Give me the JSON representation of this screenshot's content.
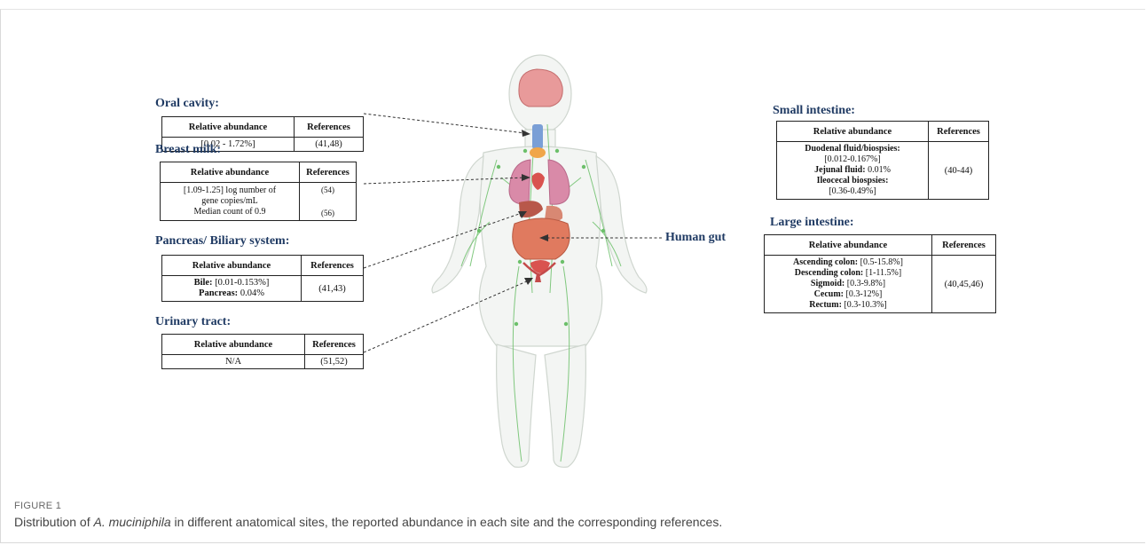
{
  "sites": {
    "oral": {
      "title": "Oral cavity:",
      "col_abundance": "Relative abundance",
      "col_refs": "References",
      "value": "[0.02 - 1.72%]",
      "refs": "(41,48)"
    },
    "breast": {
      "title": "Breast milk:",
      "col_abundance": "Relative abundance",
      "col_refs": "References",
      "value_line1": "[1.09-1.25] log number of",
      "value_line2": "gene copies/mL",
      "value_line3": "Median count of 0.9",
      "refs1": "(54)",
      "refs2": "(56)"
    },
    "pancreas": {
      "title": "Pancreas/ Biliary system:",
      "col_abundance": "Relative abundance",
      "col_refs": "References",
      "bile_label": "Bile:",
      "bile_value": "[0.01-0.153%]",
      "pancreas_label": "Pancreas:",
      "pancreas_value": "0.04%",
      "refs": "(41,43)"
    },
    "urinary": {
      "title": "Urinary tract:",
      "col_abundance": "Relative abundance",
      "col_refs": "References",
      "value": "N/A",
      "refs": "(51,52)"
    },
    "small": {
      "title": "Small intestine:",
      "col_abundance": "Relative abundance",
      "col_refs": "References",
      "duodenal_label": "Duodenal fluid/biospsies:",
      "duodenal_value": "[0.012-0.167%]",
      "jejunal_label": "Jejunal fluid:",
      "jejunal_value": "0.01%",
      "ileo_label": "Ileocecal biospsies:",
      "ileo_value": "[0.36-0.49%]",
      "refs": "(40-44)"
    },
    "large": {
      "title": "Large intestine:",
      "col_abundance": "Relative abundance",
      "col_refs": "References",
      "ascending_label": "Ascending colon:",
      "ascending_value": "[0.5-15.8%]",
      "descending_label": "Descending colon:",
      "descending_value": "[1-11.5%]",
      "sigmoid_label": "Sigmoid:",
      "sigmoid_value": "[0.3-9.8%]",
      "cecum_label": "Cecum:",
      "cecum_value": "[0.3-12%]",
      "rectum_label": "Rectum:",
      "rectum_value": "[0.3-10.3%]",
      "refs": "(40,45,46)"
    }
  },
  "human_gut_label": "Human gut",
  "caption": {
    "label": "FIGURE 1",
    "prefix": "Distribution of ",
    "species": "A. muciniphila",
    "suffix": " in different anatomical sites, the reported abundance in each site and the corresponding references."
  },
  "colors": {
    "title": "#1f3a63",
    "lymph": "#5fb85a",
    "organ_red": "#d9534f",
    "brain": "#e89a9a",
    "lungs": "#d98aa8",
    "intestine": "#e07a5f",
    "body_fill": "#f4f6f4"
  }
}
